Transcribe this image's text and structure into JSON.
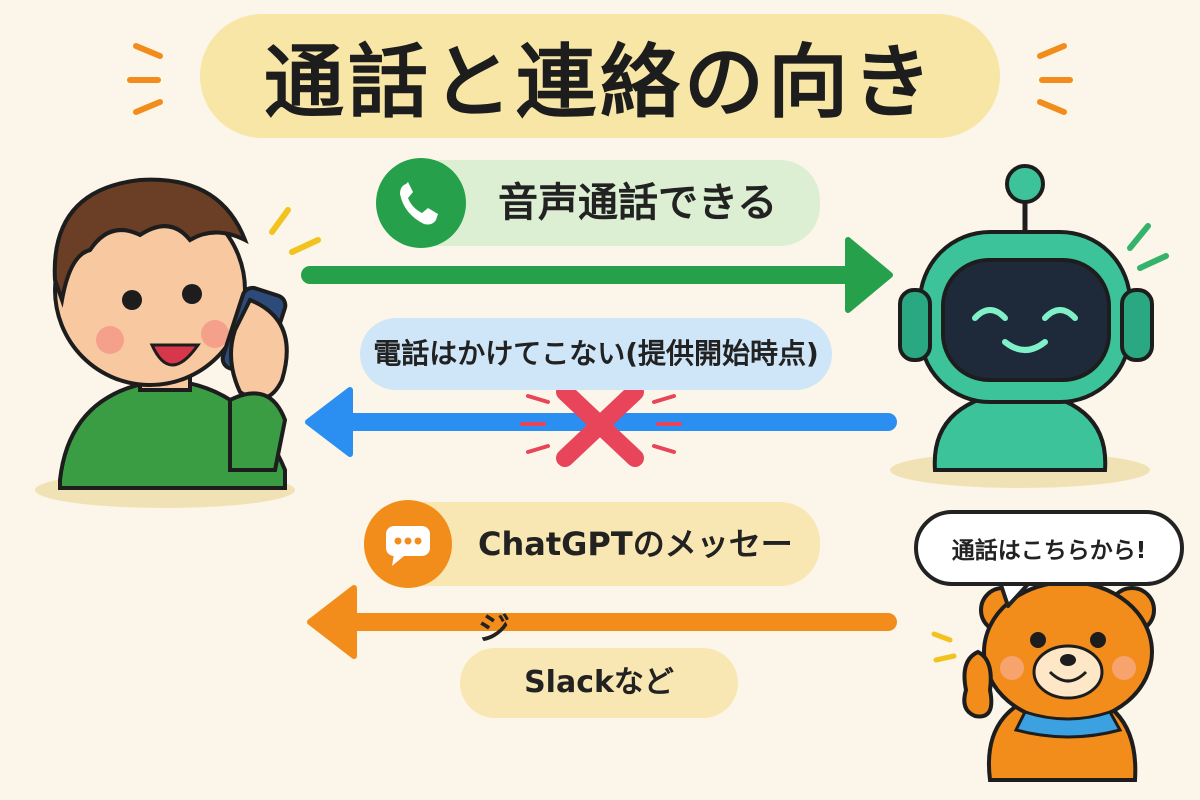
{
  "title": "通話と連絡の向き",
  "voice_label": "音声通話できる",
  "call_label": "電話はかけてこない(提供開始時点)",
  "chat_label": "ChatGPTのメッセージ",
  "slack_label": "Slackなど",
  "bear_bubble": "通話はこちらから!",
  "colors": {
    "green": "#26a04a",
    "blue": "#2a8ff0",
    "orange": "#f28c1a",
    "red": "#e8445a"
  },
  "icons": [
    "phone-icon",
    "chat-bubble-icon",
    "cross-icon"
  ]
}
